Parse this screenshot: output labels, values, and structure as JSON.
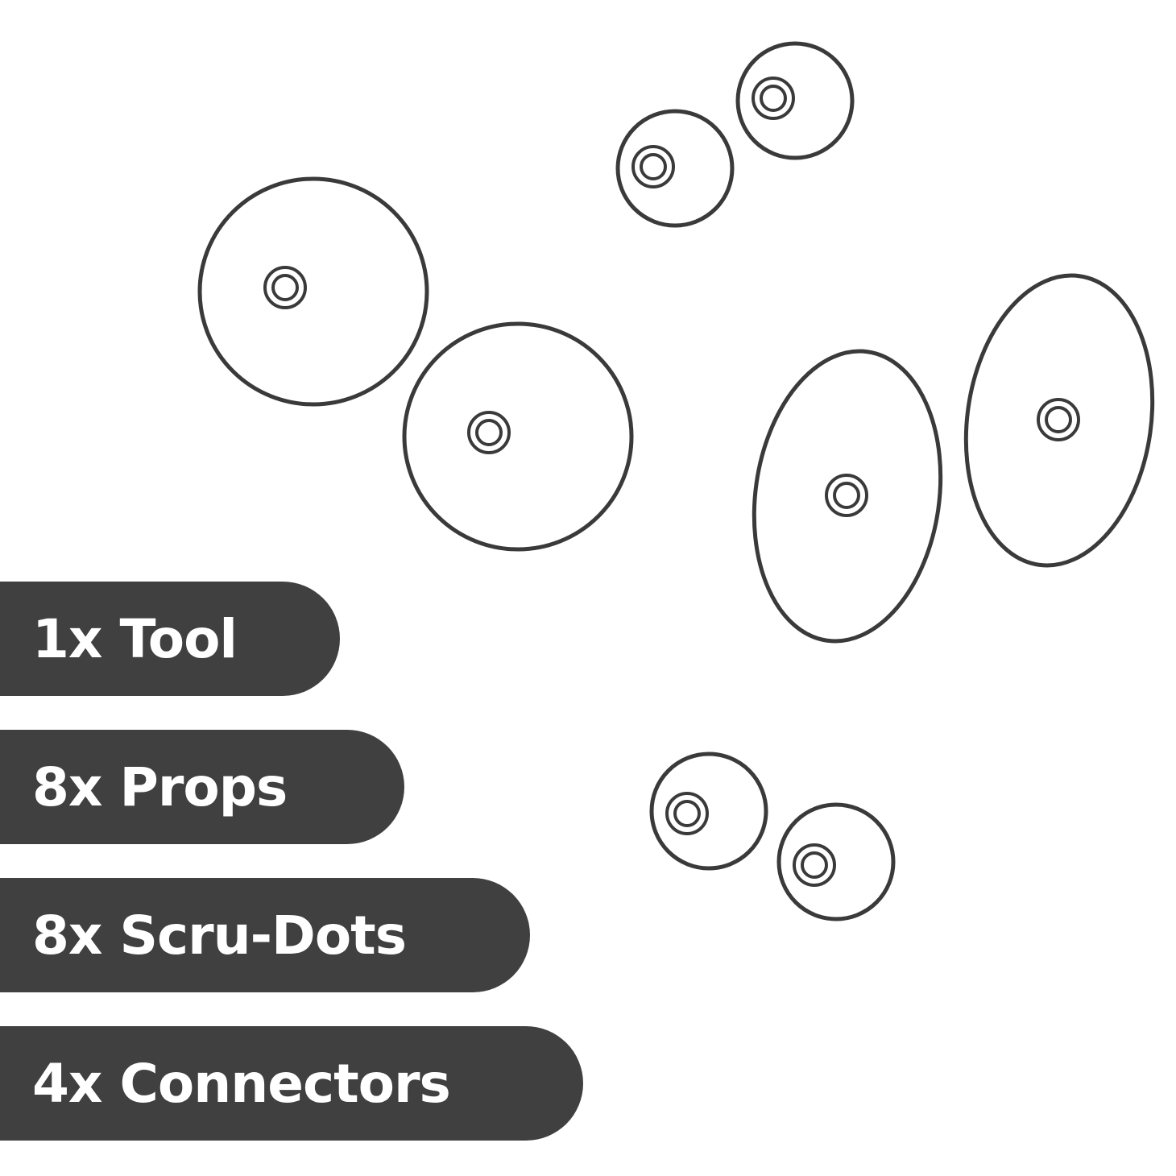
{
  "colors": {
    "pill_bg": "#404040",
    "pill_text": "#ffffff",
    "stroke": "#3a3a3a",
    "background": "#ffffff"
  },
  "labels": [
    {
      "text": "1x Tool"
    },
    {
      "text": "8x Props"
    },
    {
      "text": "8x Scru-Dots"
    },
    {
      "text": "4x Connectors"
    }
  ]
}
